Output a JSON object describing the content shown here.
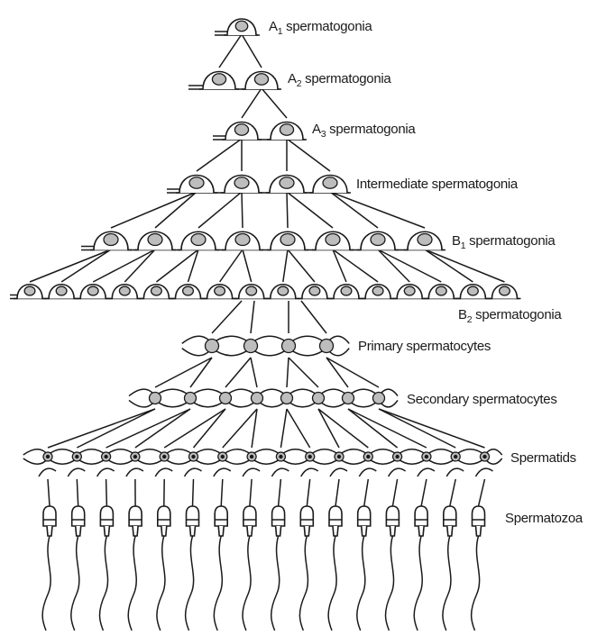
{
  "diagram": {
    "stages": [
      {
        "id": "a1",
        "type": "spermatogonia",
        "count": 1,
        "label_main": "A",
        "label_sub": "1",
        "label_rest": " spermatogonia"
      },
      {
        "id": "a2",
        "type": "spermatogonia",
        "count": 2,
        "label_main": "A",
        "label_sub": "2",
        "label_rest": " spermatogonia"
      },
      {
        "id": "a3",
        "type": "spermatogonia",
        "count": 2,
        "label_main": "A",
        "label_sub": "3",
        "label_rest": " spermatogonia"
      },
      {
        "id": "intermediate",
        "type": "spermatogonia",
        "count": 4,
        "label_main": "Intermediate spermatogonia",
        "label_sub": "",
        "label_rest": ""
      },
      {
        "id": "b1",
        "type": "spermatogonia",
        "count": 8,
        "label_main": "B",
        "label_sub": "1",
        "label_rest": " spermatogonia"
      },
      {
        "id": "b2",
        "type": "spermatogonia-small",
        "count": 16,
        "label_main": "B",
        "label_sub": "2",
        "label_rest": " spermatogonia"
      },
      {
        "id": "primary",
        "type": "spermatocyte",
        "count": 4,
        "label_main": "Primary spermatocytes",
        "label_sub": "",
        "label_rest": ""
      },
      {
        "id": "secondary",
        "type": "spermatocyte",
        "count": 8,
        "label_main": "Secondary spermatocytes",
        "label_sub": "",
        "label_rest": ""
      },
      {
        "id": "spermatids",
        "type": "spermatid",
        "count": 16,
        "label_main": "Spermatids",
        "label_sub": "",
        "label_rest": ""
      },
      {
        "id": "spermatozoa",
        "type": "spermatozoon",
        "count": 16,
        "label_main": "Spermatozoa",
        "label_sub": "",
        "label_rest": ""
      }
    ],
    "colors": {
      "ink": "#1a1a1a",
      "nucleus": "#bdbdbd",
      "background": "#ffffff"
    }
  }
}
